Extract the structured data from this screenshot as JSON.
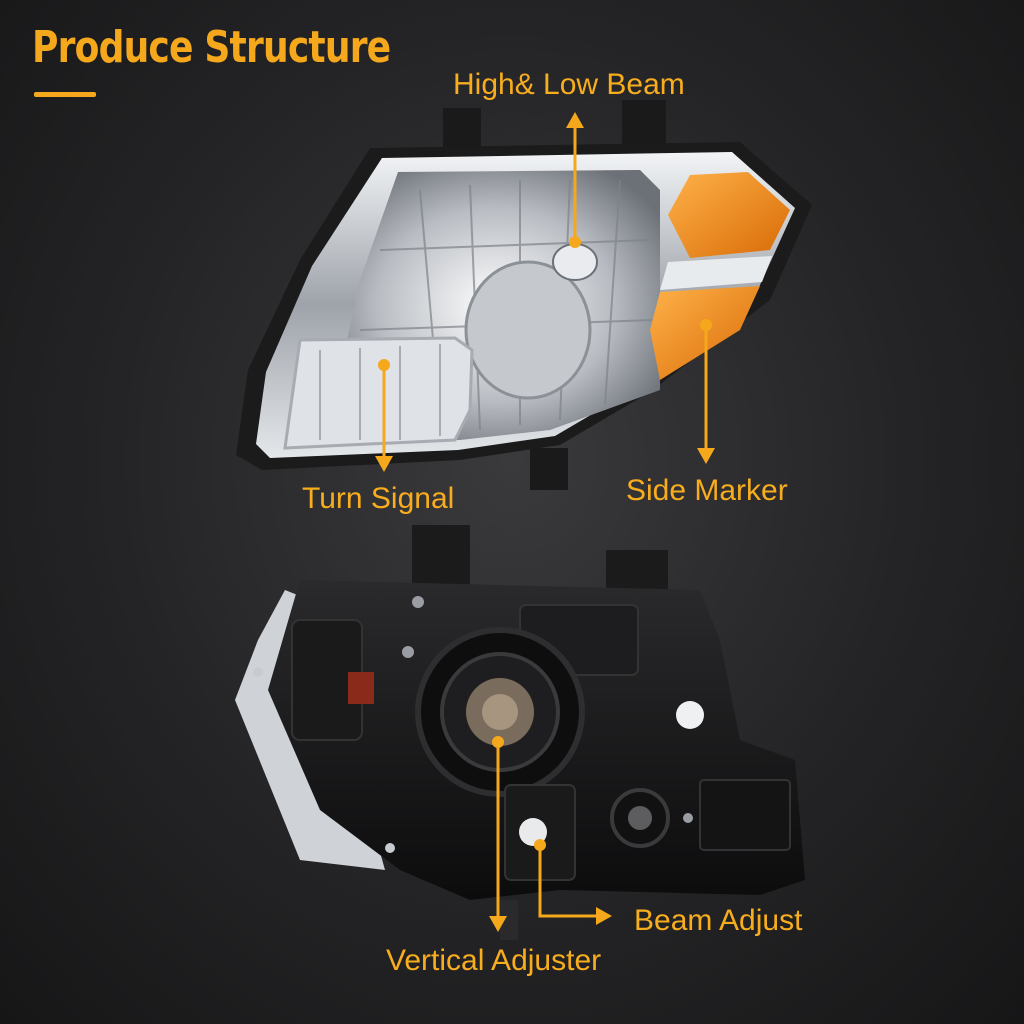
{
  "title": "Produce Structure",
  "colors": {
    "accent": "#f5a81c",
    "amber_lens": "#f08a10",
    "housing": "#111112",
    "chrome": "#d9dde2"
  },
  "callouts": {
    "high_low_beam": "High& Low Beam",
    "turn_signal": "Turn Signal",
    "side_marker": "Side Marker",
    "beam_adjust": "Beam Adjust",
    "vertical_adjuster": "Vertical Adjuster"
  },
  "images": {
    "front_view": "headlight-front-photo",
    "rear_view": "headlight-rear-photo"
  }
}
